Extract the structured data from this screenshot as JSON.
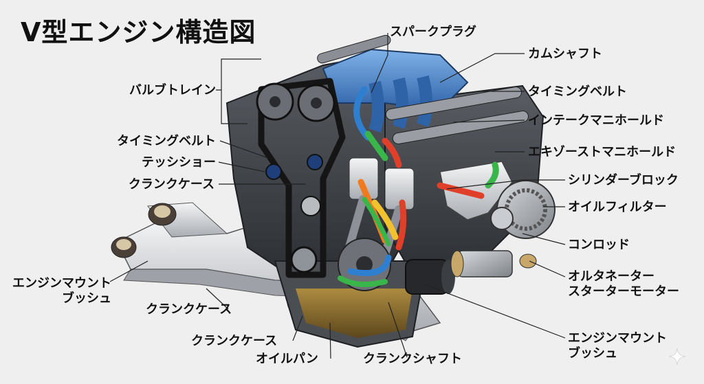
{
  "title": "V型エンジン構造図",
  "labels": {
    "spark_plug": "スパークプラグ",
    "camshaft": "カムシャフト",
    "timing_belt_right": "タイミングベルト",
    "intake_manifold": "インテークマニホールド",
    "exhaust_manifold": "エキゾーストマニホールド",
    "cylinder_block": "シリンダーブロック",
    "oil_filter": "オイルフィルター",
    "conrod": "コンロッド",
    "alternator": "オルタネーター",
    "starter_motor": "スターターモーター",
    "engine_mount_right_1": "エンジンマウント",
    "engine_mount_right_2": "ブッシュ",
    "crankshaft": "クランクシャフト",
    "valve_train": "バルブトレイン",
    "timing_belt_left": "タイミングベルト",
    "tensioner": "テッシショー",
    "crankcase_upper": "クランクケース",
    "engine_mount_left_1": "エンジンマウント",
    "engine_mount_left_2": "ブッシュ",
    "crankcase_middle": "クランクケース",
    "crankcase_lower": "クランクケース",
    "oil_pan": "オイルパン"
  },
  "colors": {
    "background": "#efefef",
    "intake_blue": "#4a84c8",
    "engine_dark": "#3a3d42",
    "frame_silver": "#cfd2d6",
    "arrow_blue": "#2f7fd0",
    "arrow_green": "#3ab54a",
    "arrow_orange": "#f07a1e",
    "arrow_red": "#e0402a",
    "arrow_yellow": "#f2c12e",
    "oil_brown": "#8a6a2c"
  },
  "icons": {
    "watermark": "sparkle-icon"
  }
}
